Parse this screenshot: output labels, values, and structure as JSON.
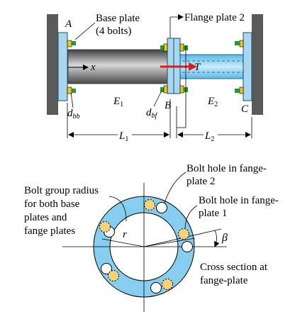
{
  "colors": {
    "wall": "#5a5a5a",
    "plate": "#a9d8ee",
    "plate_edge": "#1a4a7a",
    "shaft_dark": "#5e5e5e",
    "shaft_light": "#d6d6d6",
    "tube": "#8fd3f2",
    "bolt_green": "#1a9c3c",
    "bolt_yellow": "#f0c419",
    "torque_arrow": "#e01b1b",
    "ring": "#87cdef",
    "hole_dashed": "#f6d37a"
  },
  "top": {
    "label_a": "A",
    "label_b": "B",
    "label_c": "C",
    "base_plate_line1": "Base plate",
    "base_plate_line2": "(4 bolts)",
    "flange_plate": "Flange plate 2",
    "x_label": "x",
    "t_label": "T",
    "e1_base": "E",
    "e1_sub": "1",
    "e2_base": "E",
    "e2_sub": "2",
    "dbb_base": "d",
    "dbb_sub": "bb",
    "dbf_base": "d",
    "dbf_sub": "bf",
    "l1_base": "L",
    "l1_sub": "1",
    "l2_base": "L",
    "l2_sub": "2"
  },
  "bottom": {
    "hole2_line1": "Bolt hole in fange-",
    "hole2_line2": "plate 2",
    "hole1_line1": "Bolt hole in fange-",
    "hole1_line2": "plate 1",
    "radius_line1": "Bolt group radius",
    "radius_line2": "for both base",
    "radius_line3": "plates and",
    "radius_line4": "fange plates",
    "r_label": "r",
    "beta_label": "β",
    "cross_line1": "Cross section at",
    "cross_line2": "fange-plate"
  }
}
